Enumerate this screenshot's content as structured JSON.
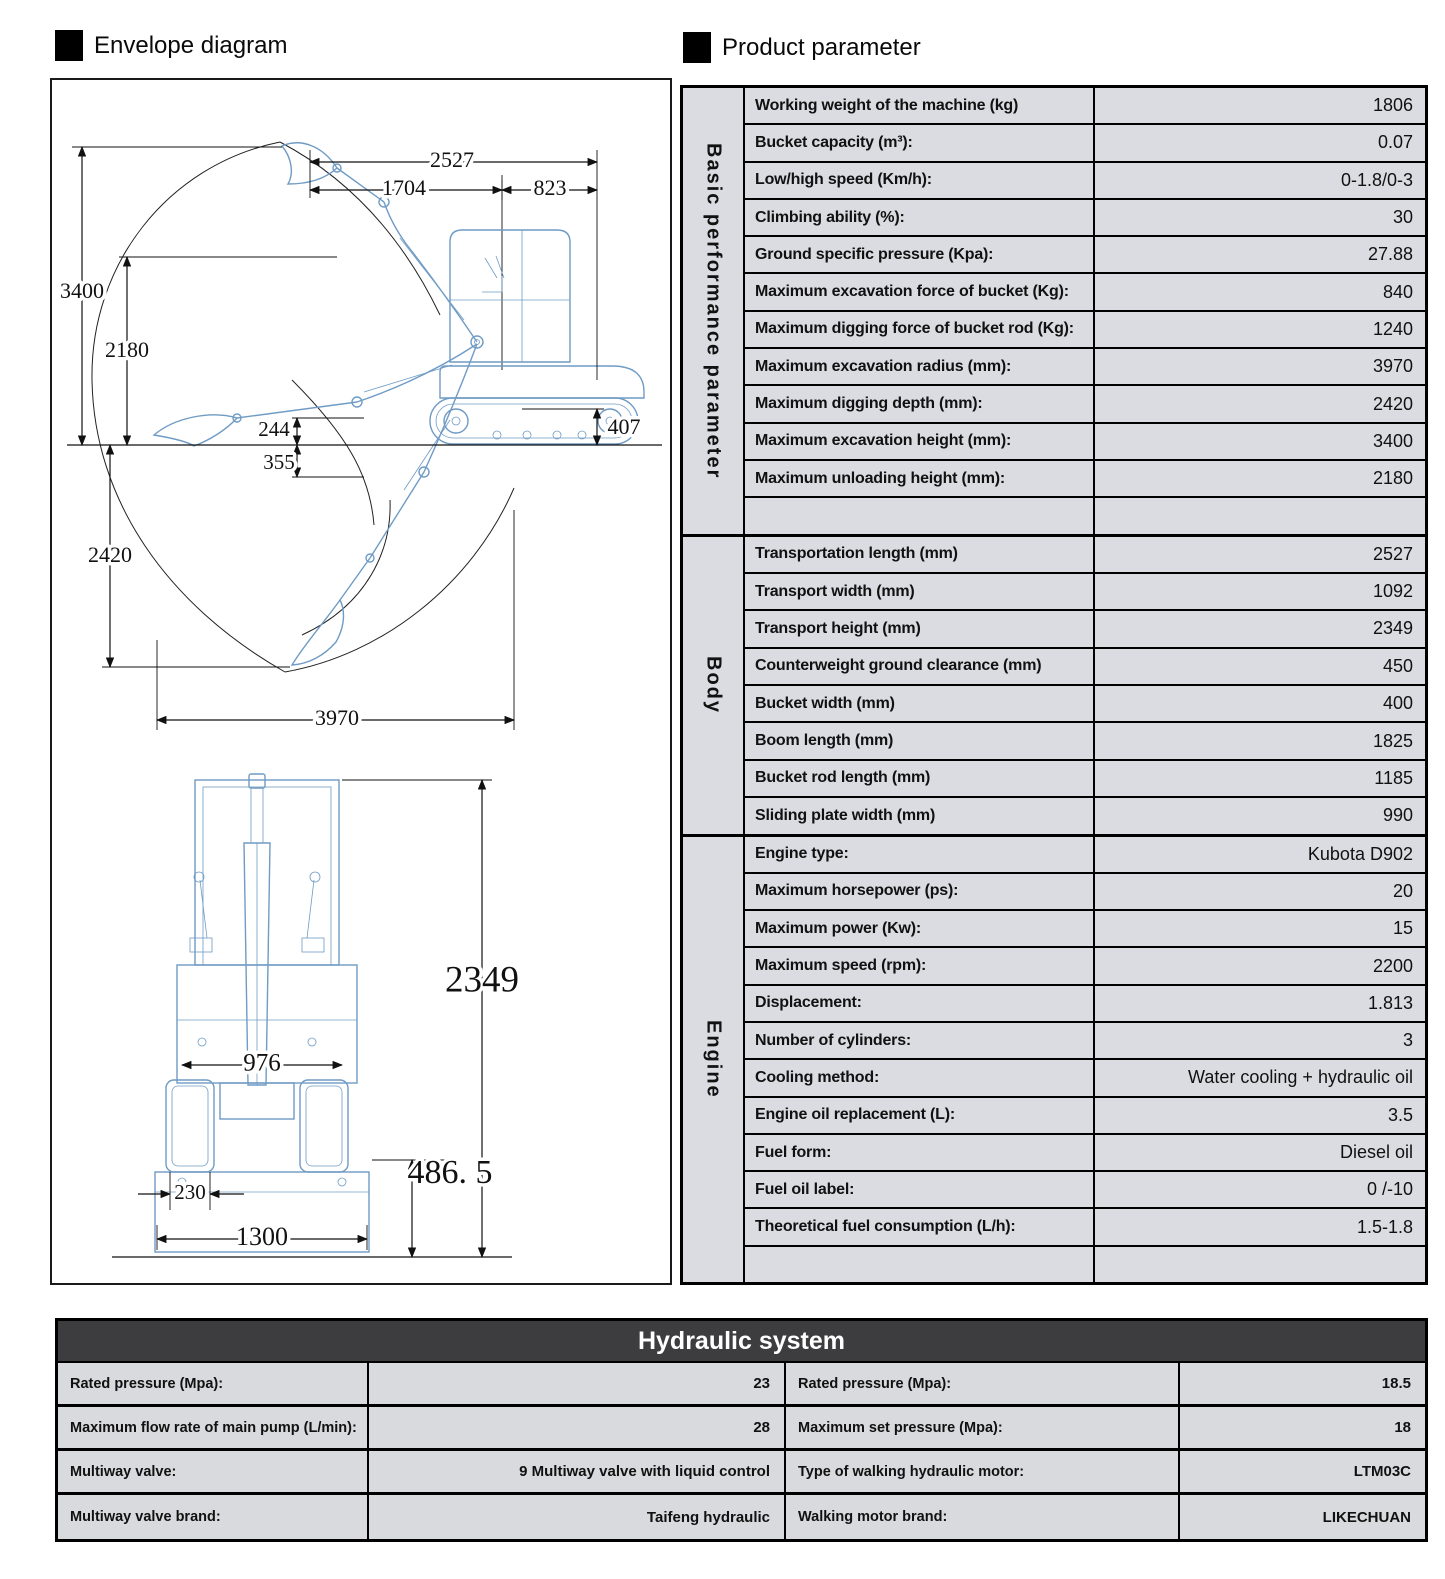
{
  "titles": {
    "envelope": "Envelope diagram",
    "product": "Product parameter"
  },
  "envelope": {
    "side_view": {
      "dims": {
        "d2527": "2527",
        "d1704": "1704",
        "d823": "823",
        "d3400": "3400",
        "d2180": "2180",
        "d244": "244",
        "d355": "355",
        "d407": "407",
        "d2420": "2420",
        "d3970": "3970"
      }
    },
    "front_view": {
      "dims": {
        "d2349": "2349",
        "d976": "976",
        "d486_5": "486. 5",
        "d230": "230",
        "d1300": "1300"
      }
    }
  },
  "param_table": {
    "sections": [
      {
        "header": "Basic performance parameter",
        "rows": [
          {
            "label": "Working weight of the machine (kg)",
            "value": "1806"
          },
          {
            "label": "Bucket capacity (m³):",
            "value": "0.07"
          },
          {
            "label": "Low/high speed (Km/h):",
            "value": "0-1.8/0-3"
          },
          {
            "label": "Climbing ability (%):",
            "value": "30"
          },
          {
            "label": "Ground specific pressure (Kpa):",
            "value": "27.88"
          },
          {
            "label": "Maximum excavation force of bucket (Kg):",
            "value": "840"
          },
          {
            "label": "Maximum digging force of bucket rod (Kg):",
            "value": "1240"
          },
          {
            "label": "Maximum excavation radius (mm):",
            "value": "3970"
          },
          {
            "label": "Maximum digging depth (mm):",
            "value": "2420"
          },
          {
            "label": "Maximum excavation height (mm):",
            "value": "3400"
          },
          {
            "label": "Maximum unloading height (mm):",
            "value": "2180"
          },
          {
            "label": "",
            "value": ""
          }
        ]
      },
      {
        "header": "Body",
        "rows": [
          {
            "label": "Transportation length (mm)",
            "value": "2527"
          },
          {
            "label": "Transport width (mm)",
            "value": "1092"
          },
          {
            "label": "Transport height (mm)",
            "value": "2349"
          },
          {
            "label": "Counterweight ground clearance (mm)",
            "value": "450"
          },
          {
            "label": "Bucket width (mm)",
            "value": "400"
          },
          {
            "label": "Boom length (mm)",
            "value": "1825"
          },
          {
            "label": "Bucket rod length (mm)",
            "value": "1185"
          },
          {
            "label": "Sliding plate width (mm)",
            "value": "990"
          }
        ]
      },
      {
        "header": "Engine",
        "rows": [
          {
            "label": "Engine type:",
            "value": "Kubota D902"
          },
          {
            "label": "Maximum horsepower (ps):",
            "value": "20"
          },
          {
            "label": "Maximum power (Kw):",
            "value": "15"
          },
          {
            "label": "Maximum speed (rpm):",
            "value": "2200"
          },
          {
            "label": "Displacement:",
            "value": "1.813"
          },
          {
            "label": "Number of cylinders:",
            "value": "3"
          },
          {
            "label": "Cooling method:",
            "value": "Water cooling + hydraulic oil"
          },
          {
            "label": "Engine oil replacement (L):",
            "value": "3.5"
          },
          {
            "label": "Fuel form:",
            "value": "Diesel oil"
          },
          {
            "label": "Fuel oil label:",
            "value": "0 /-10"
          },
          {
            "label": "Theoretical fuel consumption (L/h):",
            "value": "1.5-1.8"
          },
          {
            "label": "",
            "value": ""
          }
        ]
      }
    ]
  },
  "hydraulic_table": {
    "title": "Hydraulic system",
    "rows": [
      {
        "label_left": "Rated pressure (Mpa):",
        "value_left": "23",
        "label_right": "Rated pressure (Mpa):",
        "value_right": "18.5"
      },
      {
        "label_left": "Maximum flow rate of main pump (L/min):",
        "value_left": "28",
        "label_right": "Maximum set pressure (Mpa):",
        "value_right": "18"
      },
      {
        "label_left": "Multiway valve:",
        "value_left": "9 Multiway valve with liquid control",
        "label_right": "Type of walking hydraulic motor:",
        "value_right": "LTM03C"
      },
      {
        "label_left": "Multiway valve brand:",
        "value_left": "Taifeng hydraulic",
        "label_right": "Walking motor brand:",
        "value_right": "LIKECHUAN"
      }
    ]
  },
  "colors": {
    "cell_bg": "#dbdce2",
    "hydraulic_header_bg": "#3d3d3f",
    "drawing_blue": "#6f9bc4",
    "line_black": "#111111"
  }
}
